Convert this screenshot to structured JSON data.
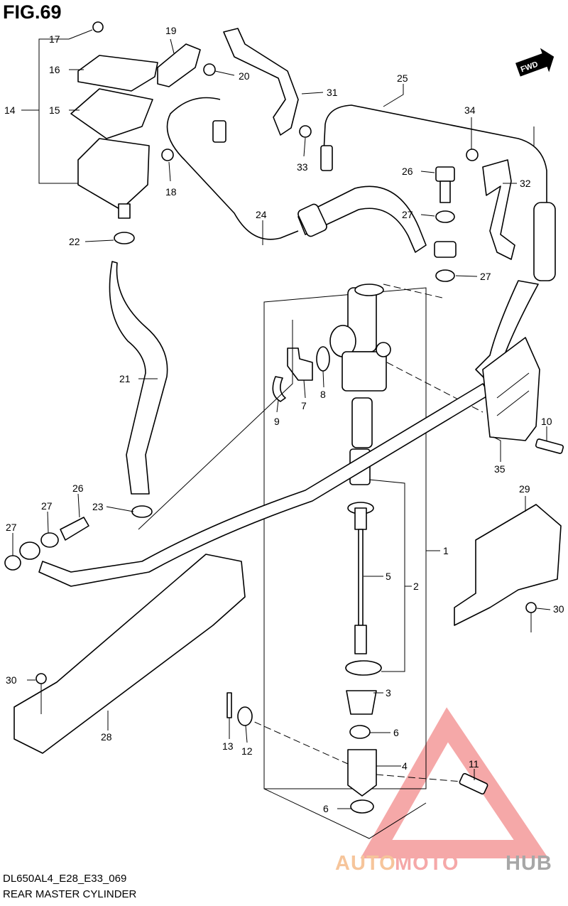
{
  "figure": {
    "title": "FIG.69"
  },
  "footer": {
    "code": "DL650AL4_E28_E33_069",
    "name": "REAR MASTER CYLINDER"
  },
  "direction_badge": "FWD",
  "watermark": {
    "part1": "AUTO",
    "part2": "MOTO",
    "part3": "HUB"
  },
  "callouts": {
    "c1": "1",
    "c2": "2",
    "c3": "3",
    "c4": "4",
    "c5": "5",
    "c6a": "6",
    "c6b": "6",
    "c7": "7",
    "c8": "8",
    "c9": "9",
    "c10": "10",
    "c11": "11",
    "c12": "12",
    "c13": "13",
    "c14": "14",
    "c15": "15",
    "c16": "16",
    "c17": "17",
    "c18": "18",
    "c19": "19",
    "c20": "20",
    "c21": "21",
    "c22": "22",
    "c23": "23",
    "c24": "24",
    "c25": "25",
    "c26a": "26",
    "c26b": "26",
    "c27a": "27",
    "c27b": "27",
    "c27c": "27",
    "c27d": "27",
    "c28": "28",
    "c29": "29",
    "c30a": "30",
    "c30b": "30",
    "c31": "31",
    "c32": "32",
    "c33": "33",
    "c34": "34",
    "c35": "35"
  }
}
